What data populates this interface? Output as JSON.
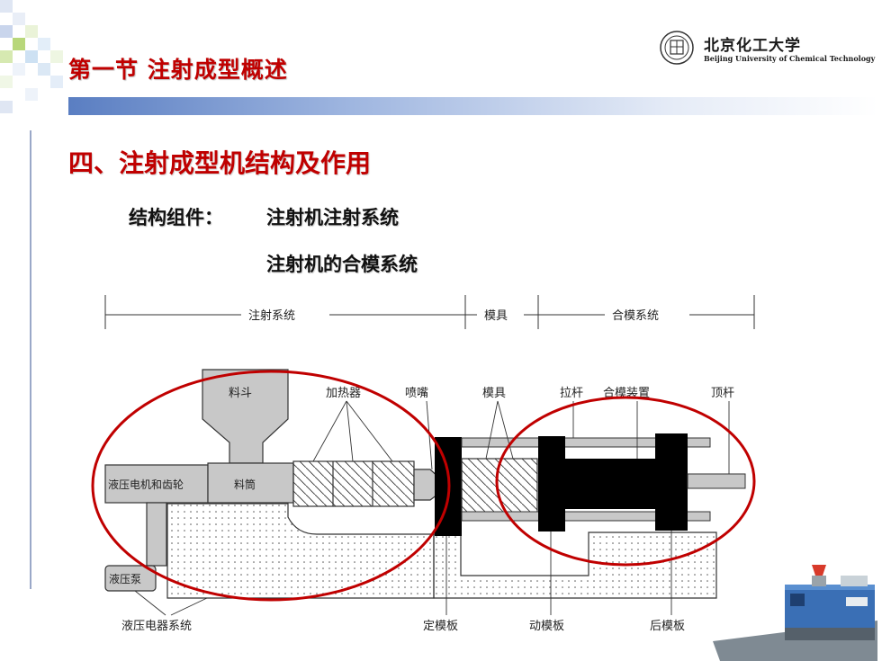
{
  "header": {
    "section_title": "第一节  注射成型概述"
  },
  "logo": {
    "name_cn": "北京化工大学",
    "name_en": "Beijing University of Chemical Technology"
  },
  "content": {
    "subtitle": "四、注射成型机结构及作用",
    "components_label": "结构组件：",
    "components": [
      "注射机注射系统",
      "注射机的合模系统"
    ]
  },
  "diagram": {
    "top_scale": {
      "injection_system": "注射系统",
      "mold": "模具",
      "clamping_system": "合模系统"
    },
    "labels": {
      "hopper": "料斗",
      "heater": "加热器",
      "nozzle": "喷嘴",
      "mold": "模具",
      "tie_bar": "拉杆",
      "clamping_device": "合模装置",
      "ejector": "顶杆",
      "hydraulic_motor_gear": "液压电机和齿轮",
      "barrel": "料筒",
      "hydraulic_pump": "液压泵",
      "hydraulic_electric_system": "液压电器系统",
      "fixed_platen": "定模板",
      "moving_platen": "动模板",
      "rear_platen": "后模板"
    },
    "colors": {
      "accent_red": "#c00000",
      "machine_black": "#000000",
      "gray_part": "#c8c8c8"
    }
  }
}
